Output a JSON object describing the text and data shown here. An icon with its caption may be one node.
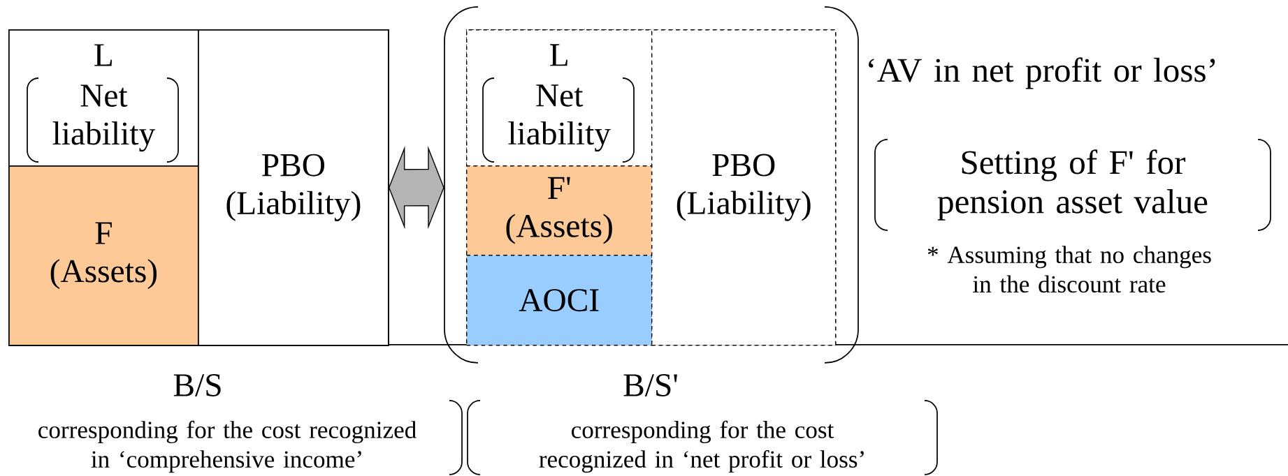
{
  "diagram": {
    "nodes": [
      {
        "text": [
          "B/S"
        ],
        "beside": [
          "corresponding for the cost recognized in ‘comprehensive income’"
        ]
      },
      {
        "text": [
          "L",
          "Net liability"
        ],
        "in": 0
      },
      {
        "text": [
          "F (Assets)"
        ],
        "in": 0
      },
      {
        "text": [
          "PBO (Liability)"
        ],
        "in": 0
      },
      {
        "text": [
          "B/S'"
        ],
        "beside": [
          "corresponding for the cost recognized in ‘net profit or loss’"
        ]
      },
      {
        "text": [
          "L",
          "Net liability"
        ],
        "in": 4
      },
      {
        "text": [
          "F' (Assets)"
        ],
        "in": 4
      },
      {
        "text": [
          "AOCI"
        ],
        "in": 4
      },
      {
        "text": [
          "PBO (Liability)"
        ],
        "in": 4
      }
    ],
    "edges": [
      {
        "from": 0,
        "to": 4,
        "arrow": "both"
      }
    ],
    "labels": [
      "‘AV in net profit or loss’",
      "Setting of F' for pension asset value",
      "* Assuming that no changes in the discount rate"
    ]
  }
}
